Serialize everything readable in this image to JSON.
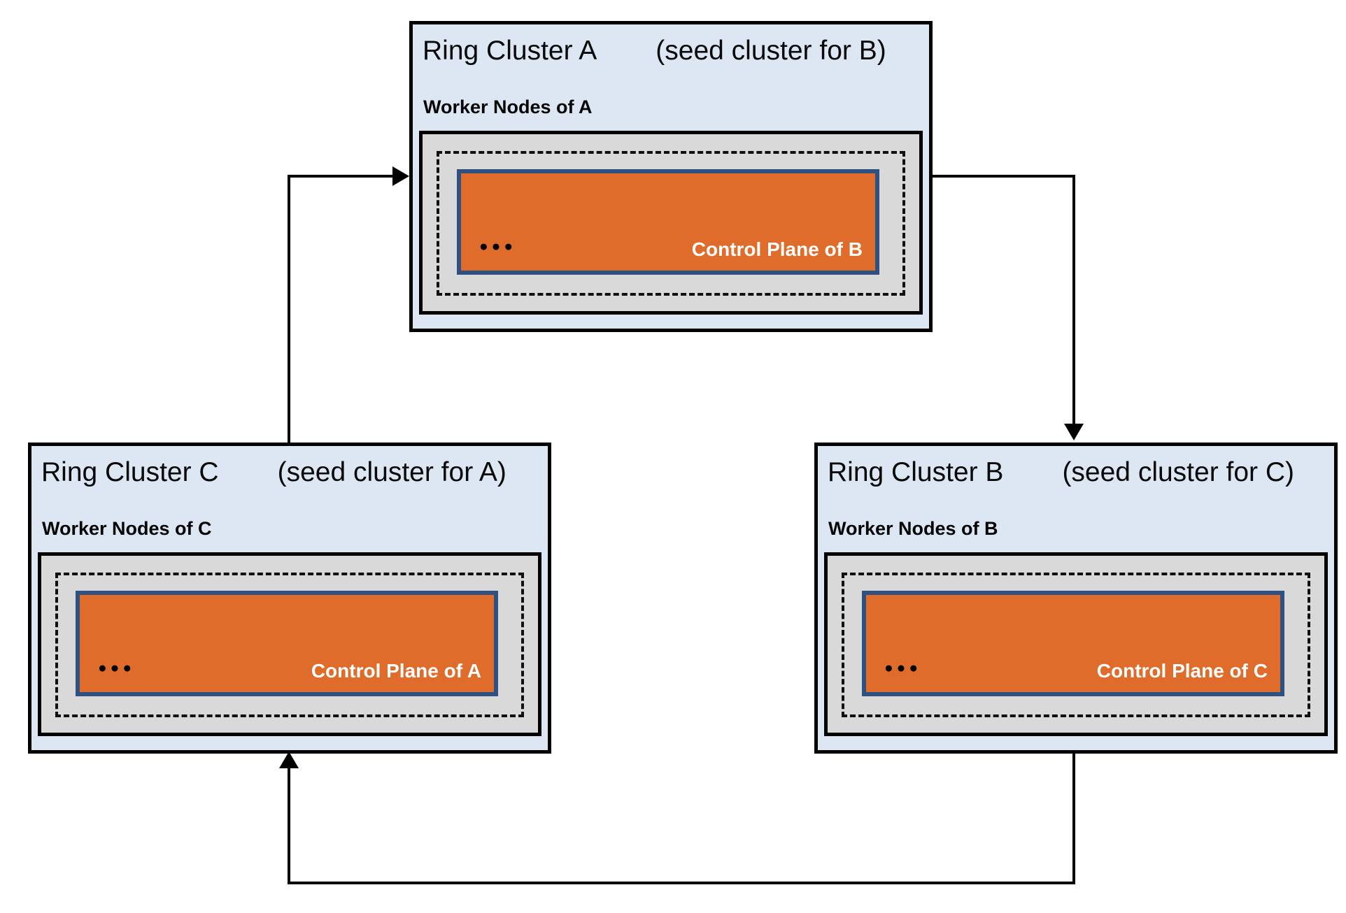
{
  "clusters": [
    {
      "id": "A",
      "title": "Ring Cluster A",
      "seed_note": "(seed cluster for B)",
      "worker_label": "Worker Nodes of A",
      "control_plane_label": "Control Plane of B",
      "dots": "●●●"
    },
    {
      "id": "C",
      "title": "Ring Cluster C",
      "seed_note": "(seed cluster for A)",
      "worker_label": "Worker Nodes of C",
      "control_plane_label": "Control Plane of A",
      "dots": "●●●"
    },
    {
      "id": "B",
      "title": "Ring Cluster B",
      "seed_note": "(seed cluster for C)",
      "worker_label": "Worker Nodes of B",
      "control_plane_label": "Control Plane of C",
      "dots": "●●●"
    }
  ],
  "colors": {
    "cluster_fill": "#dce7f3",
    "worker_box_fill": "#d9d9d9",
    "control_plane_fill": "#e06c2b",
    "control_plane_border": "#2f5181",
    "outline_and_arrows": "#000000",
    "control_plane_text": "#ffffff"
  }
}
